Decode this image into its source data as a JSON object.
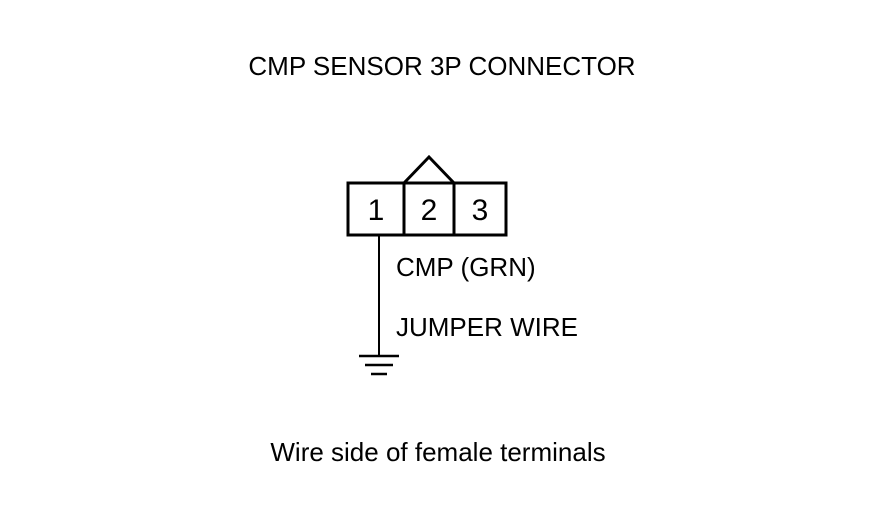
{
  "title": "CMP SENSOR 3P CONNECTOR",
  "connector": {
    "terminals": [
      "1",
      "2",
      "3"
    ]
  },
  "wire_label": "CMP (GRN)",
  "jumper_label": "JUMPER WIRE",
  "caption": "Wire side of female terminals",
  "colors": {
    "line": "#000000",
    "background": "#ffffff"
  }
}
